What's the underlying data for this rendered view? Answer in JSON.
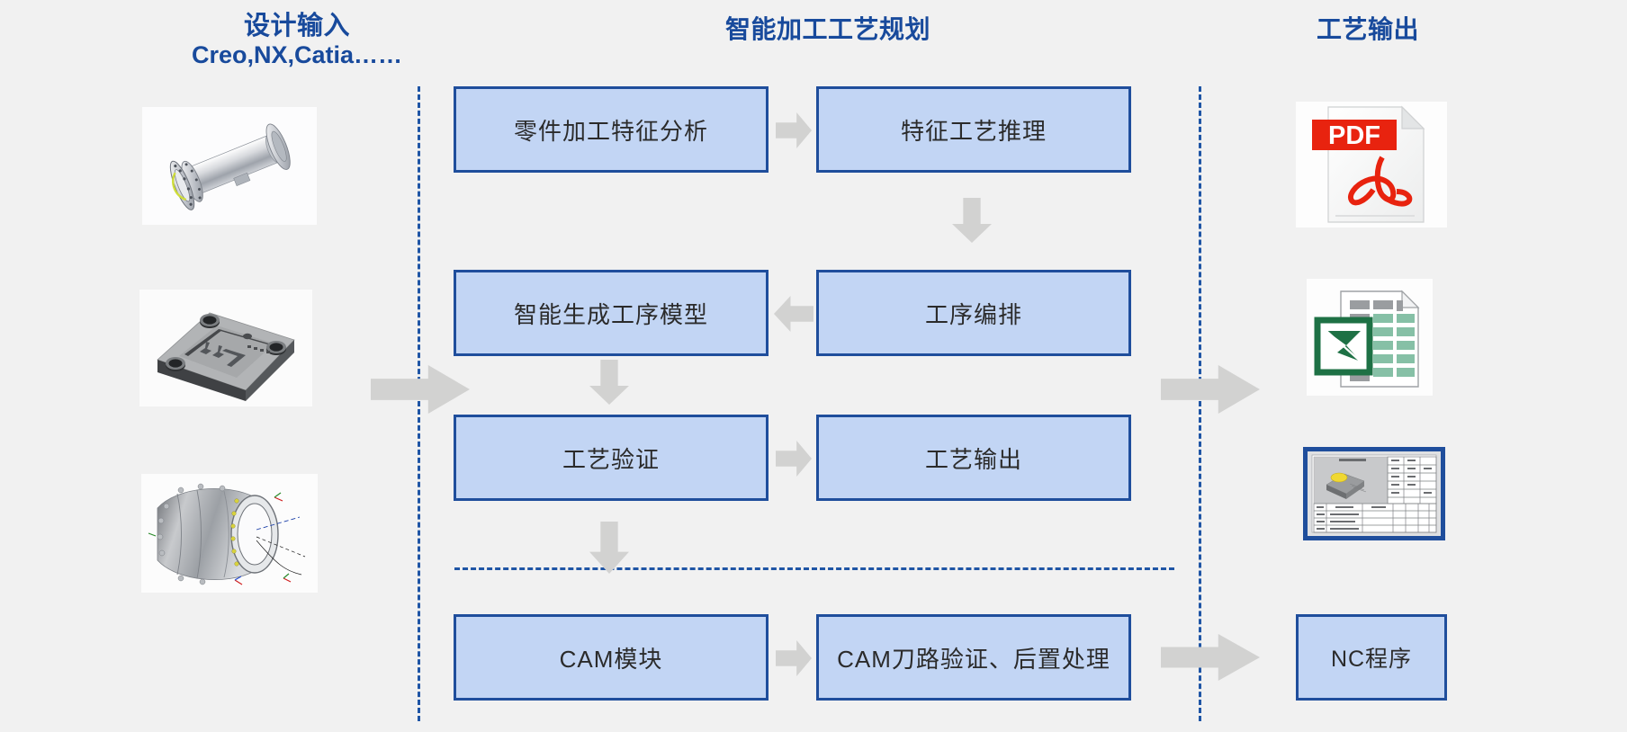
{
  "headings": {
    "design_input_line1": "设计输入",
    "design_input_line2": "Creo,NX,Catia……",
    "planning": "智能加工工艺规划",
    "output": "工艺输出"
  },
  "process_boxes": {
    "feature_analysis": "零件加工特征分析",
    "feature_reasoning": "特征工艺推理",
    "sequencing": "工序编排",
    "generate_model": "智能生成工序模型",
    "verification": "工艺验证",
    "process_output": "工艺输出",
    "cam_module": "CAM模块",
    "cam_verify": "CAM刀路验证、后置处理",
    "nc_program": "NC程序"
  },
  "icons": {
    "pdf_label": "PDF",
    "pdf": "pdf-file-icon",
    "excel": "excel-spreadsheet-icon",
    "sheet": "process-sheet-drawing-icon",
    "model_shaft": "3d-shaft-housing-model",
    "model_mold": "3d-mold-plate-model",
    "model_casing": "3d-engine-casing-model"
  },
  "colors": {
    "heading_blue": "#184a9c",
    "box_fill": "#c2d5f4",
    "box_border": "#1f4e9c",
    "divider_blue": "#1f55a5",
    "arrow_gray": "#d2d2d1",
    "background": "#f1f1f1",
    "pdf_red": "#e8230f",
    "excel_green": "#1e7145"
  }
}
